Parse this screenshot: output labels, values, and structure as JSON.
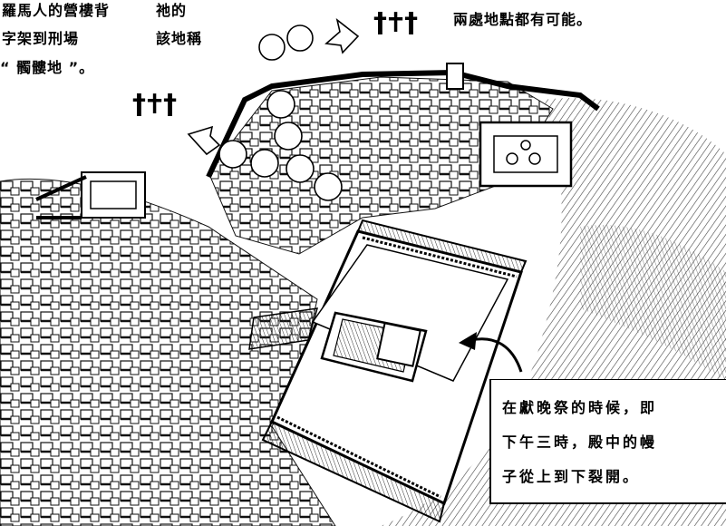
{
  "labels": {
    "left_line1": "羅馬人的營樓背",
    "left_line2": "字架到刑場",
    "left_line3": "“ 髑髏地 ”。",
    "mid_line1": "祂的",
    "mid_line2": "該地稱",
    "right_caption": "兩處地點都有可能。"
  },
  "crosses": {
    "top": "†✝†",
    "left": "†✝†"
  },
  "note": {
    "line1": "在獻晚祭的時候，即",
    "line2": "下午三時，殿中的幔",
    "line3": "子從上到下裂開。"
  },
  "colors": {
    "ink": "#000000",
    "paper": "#ffffff",
    "shade": "#555555"
  }
}
